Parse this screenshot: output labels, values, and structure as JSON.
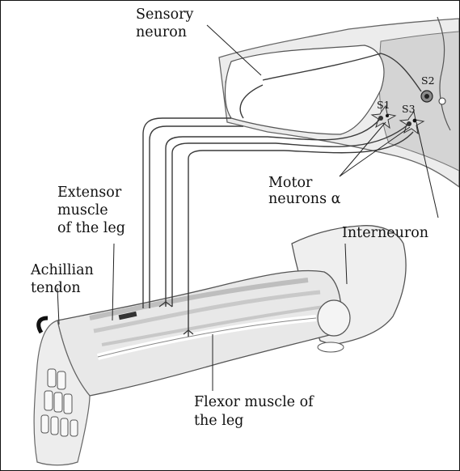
{
  "labels": {
    "sensory_neuron_line1": "Sensory",
    "sensory_neuron_line2": "neuron",
    "s1": "S1",
    "s2": "S2",
    "s3": "S3",
    "motor_neurons_line1": "Motor",
    "motor_neurons_line2": "neurons α",
    "extensor_line1": "Extensor",
    "extensor_line2": "muscle",
    "extensor_line3": "of the leg",
    "interneuron": "Interneuron",
    "achillian_line1": "Achillian",
    "achillian_line2": "tendon",
    "flexor_line1": "Flexor muscle of",
    "flexor_line2": "the leg"
  },
  "colors": {
    "ink": "#111111",
    "shade_light": "#e4e4e4",
    "shade_mid": "#c9c9c9",
    "shade_dark": "#8a8a8a"
  }
}
